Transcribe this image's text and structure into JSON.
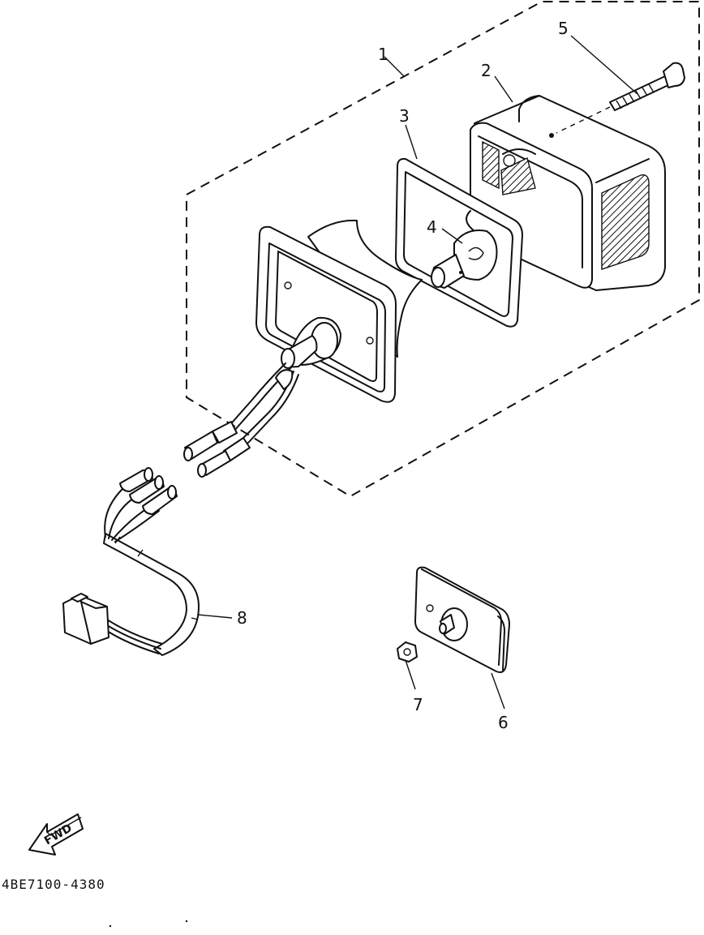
{
  "diagram": {
    "part_callouts": [
      "1",
      "2",
      "3",
      "4",
      "5",
      "6",
      "7",
      "8"
    ],
    "direction_arrow_label": "FWD",
    "figure_code": "4BE7100-4380"
  },
  "icons": {
    "direction_arrow": "fwd-arrow-icon"
  }
}
